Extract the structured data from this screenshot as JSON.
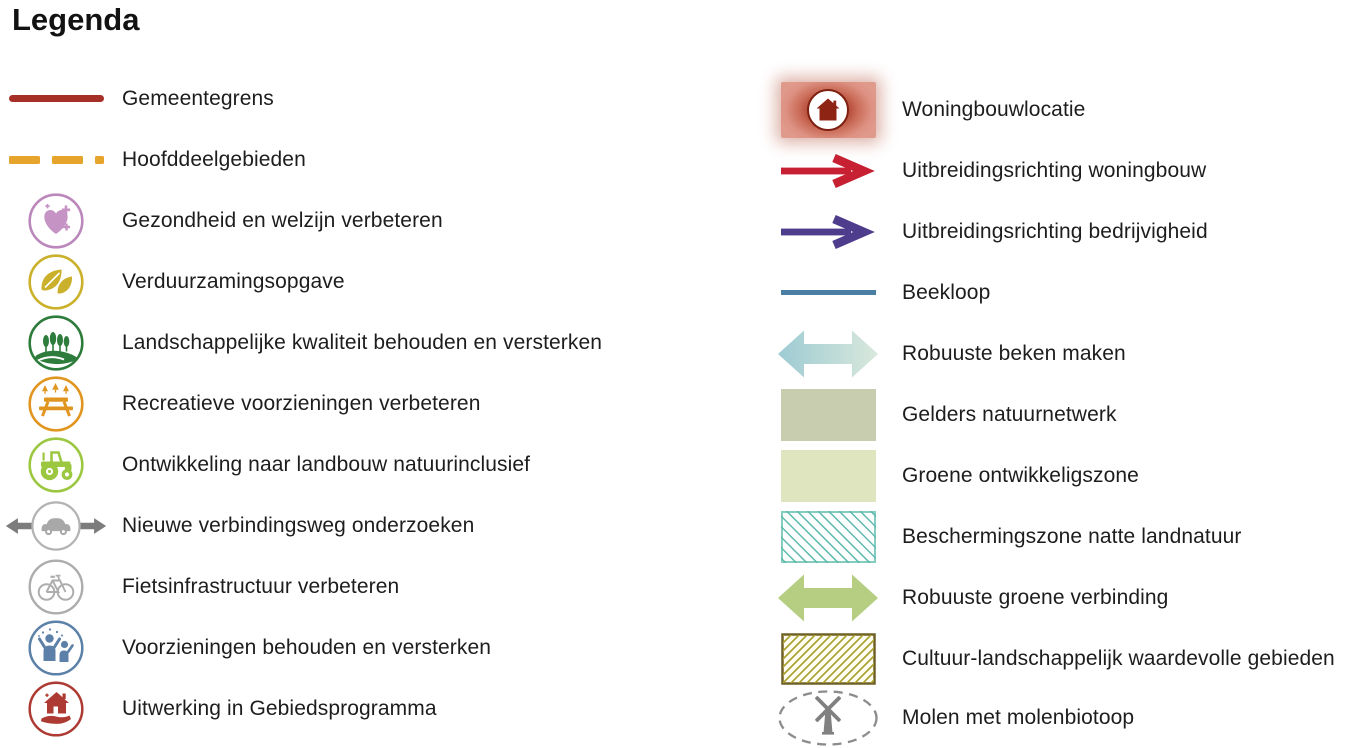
{
  "title": "Legenda",
  "left": {
    "items": [
      {
        "label": "Gemeentegrens",
        "icon": "municipality-border-line",
        "color": "#A63028"
      },
      {
        "label": "Hoofddeelgebieden",
        "icon": "main-areas-dashed-line",
        "color": "#E7A42C"
      },
      {
        "label": "Gezondheid en welzijn verbeteren",
        "icon": "health-wellbeing-icon",
        "color": "#BC88BB"
      },
      {
        "label": "Verduurzamingsopgave",
        "icon": "sustainability-leaves-icon",
        "color": "#CBB12B"
      },
      {
        "label": "Landschappelijke kwaliteit behouden en versterken",
        "icon": "landscape-quality-icon",
        "color": "#2E7C3B"
      },
      {
        "label": "Recreatieve voorzieningen verbeteren",
        "icon": "recreation-picnic-icon",
        "color": "#E0961E"
      },
      {
        "label": "Ontwikkeling naar landbouw natuurinclusief",
        "icon": "nature-inclusive-farming-icon",
        "color": "#9CC740"
      },
      {
        "label": "Nieuwe verbindingsweg onderzoeken",
        "icon": "new-connection-road-icon",
        "color": "#9E9E9E"
      },
      {
        "label": "Fietsinfrastructuur verbeteren",
        "icon": "bicycle-infrastructure-icon",
        "color": "#ADADAD"
      },
      {
        "label": "Voorzieningen behouden en versterken",
        "icon": "community-facilities-icon",
        "color": "#5C80A8"
      },
      {
        "label": "Uitwerking in Gebiedsprogramma",
        "icon": "area-programme-icon",
        "color": "#AD3B33"
      }
    ]
  },
  "right": {
    "items": [
      {
        "label": "Woningbouwlocatie",
        "icon": "housing-location-swatch",
        "color": "#8E2514"
      },
      {
        "label": "Uitbreidingsrichting woningbouw",
        "icon": "housing-expansion-arrow",
        "color": "#C72033"
      },
      {
        "label": "Uitbreidingsrichting bedrijvigheid",
        "icon": "business-expansion-arrow",
        "color": "#4E3C8C"
      },
      {
        "label": "Beekloop",
        "icon": "stream-line",
        "color": "#4A7FA4"
      },
      {
        "label": "Robuuste beken maken",
        "icon": "robust-streams-arrow",
        "color": "#9DCBD3"
      },
      {
        "label": "Gelders natuurnetwerk",
        "icon": "gelders-nature-network-swatch",
        "color": "#C9CDAF"
      },
      {
        "label": "Groene ontwikkeligszone",
        "icon": "green-development-zone-swatch",
        "color": "#DFE6BF"
      },
      {
        "label": "Beschermingszone natte landnatuur",
        "icon": "wet-nature-protection-swatch",
        "color": "#5CB9AB"
      },
      {
        "label": "Robuuste groene verbinding",
        "icon": "robust-green-connection-arrow",
        "color": "#B5CE82"
      },
      {
        "label": "Cultuur-landschappelijk waardevolle gebieden",
        "icon": "cultural-landscape-swatch",
        "color": "#ACA32E"
      },
      {
        "label": "Molen met molenbiotoop",
        "icon": "windmill-biotope-icon",
        "color": "#8C8C8C"
      }
    ]
  }
}
